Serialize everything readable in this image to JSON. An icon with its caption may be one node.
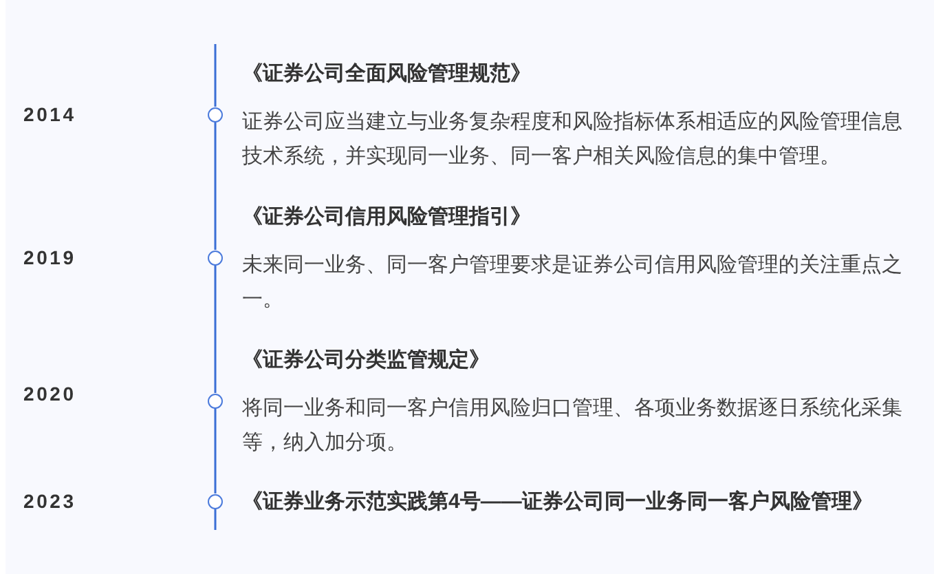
{
  "diagram": {
    "nodes": [
      {
        "text": [],
        "shape": "circle",
        "beside": [
          "《证券公司全面风险管理规范》",
          "证券公司应当建立与业务复杂程度和风险指标体系相适应的风险管理信息技术系统，并实现同一业务、同一客户相关风险信息的集中管理。"
        ]
      },
      {
        "text": [],
        "shape": "circle",
        "beside": [
          "《证券公司信用风险管理指引》",
          "未来同一业务、同一客户管理要求是证券公司信用风险管理的关注重点之一。"
        ]
      },
      {
        "text": [],
        "shape": "circle",
        "beside": [
          "《证券公司分类监管规定》",
          "将同一业务和同一客户信用风险归口管理、各项业务数据逐日系统化采集等，纳入加分项。"
        ]
      },
      {
        "text": [],
        "shape": "circle",
        "beside": [
          "《证券业务示范实践第4号——证券公司同一业务同一客户风险管理》"
        ]
      }
    ],
    "edges": [
      {
        "from": null,
        "to": 0,
        "arrow": "none"
      },
      {
        "from": 0,
        "to": 1,
        "arrow": "none"
      },
      {
        "from": 1,
        "to": 2,
        "arrow": "none"
      },
      {
        "from": 2,
        "to": 3,
        "arrow": "none"
      },
      {
        "from": 3,
        "to": null,
        "arrow": "none"
      }
    ],
    "labels": [
      "2014",
      "2019",
      "2020",
      "2023"
    ]
  }
}
